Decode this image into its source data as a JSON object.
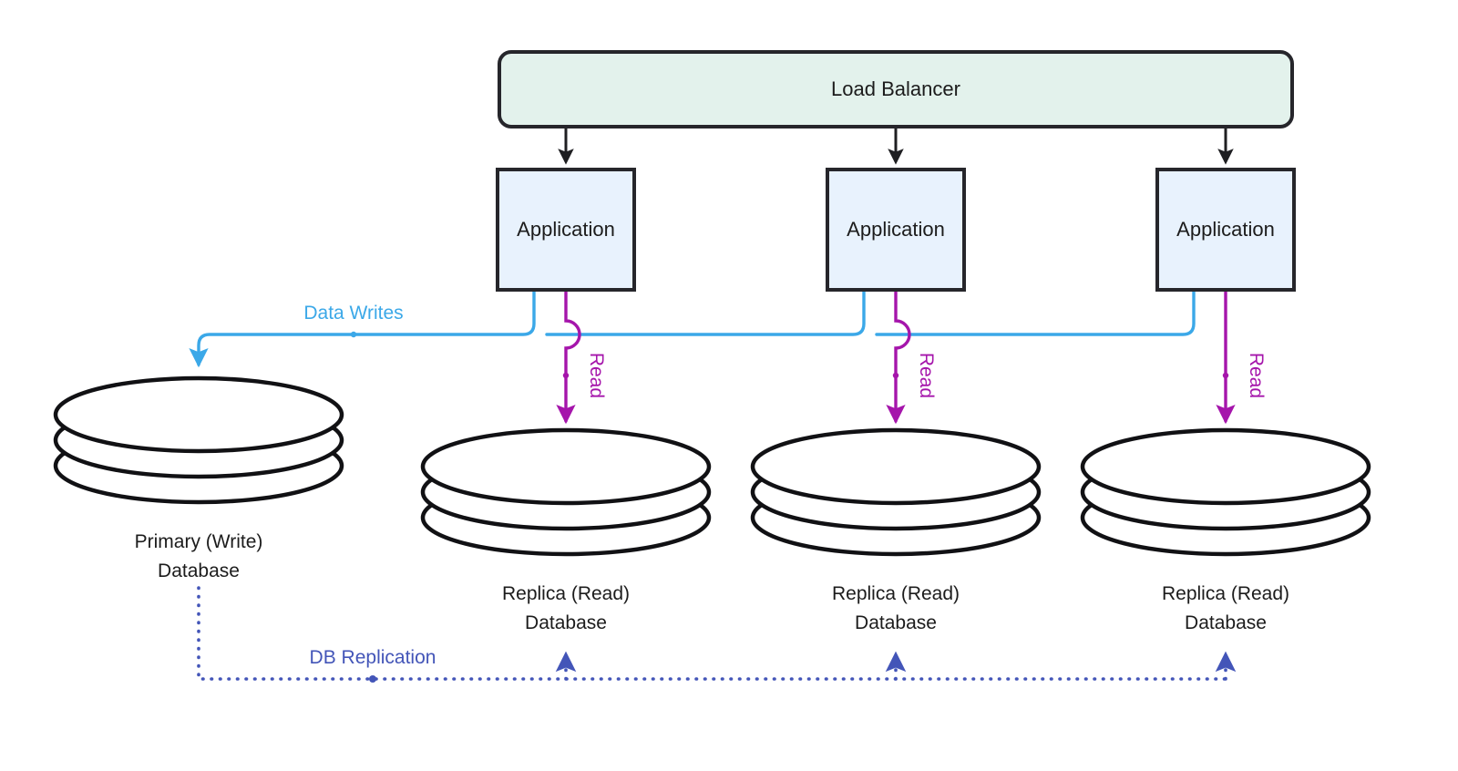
{
  "diagram": {
    "title_node": {
      "label": "Load Balancer"
    },
    "app_nodes": [
      {
        "label": "Application"
      },
      {
        "label": "Application"
      },
      {
        "label": "Application"
      }
    ],
    "primary_db": {
      "label_line1": "Primary (Write)",
      "label_line2": "Database"
    },
    "replica_dbs": [
      {
        "label_line1": "Replica (Read)",
        "label_line2": "Database"
      },
      {
        "label_line1": "Replica (Read)",
        "label_line2": "Database"
      },
      {
        "label_line1": "Replica (Read)",
        "label_line2": "Database"
      }
    ],
    "edge_labels": {
      "data_writes": "Data Writes",
      "read_1": "Read",
      "read_2": "Read",
      "read_3": "Read",
      "db_replication": "DB Replication"
    },
    "colors": {
      "load_balancer_fill": "#e3f2ec",
      "app_fill": "#e8f2fd",
      "node_stroke": "#26262b",
      "db_stroke": "#111114",
      "write_edge": "#3ba8e8",
      "read_edge": "#a515ab",
      "replication_edge": "#4355b8",
      "default_edge": "#1f1f22",
      "background": "#ffffff"
    }
  }
}
